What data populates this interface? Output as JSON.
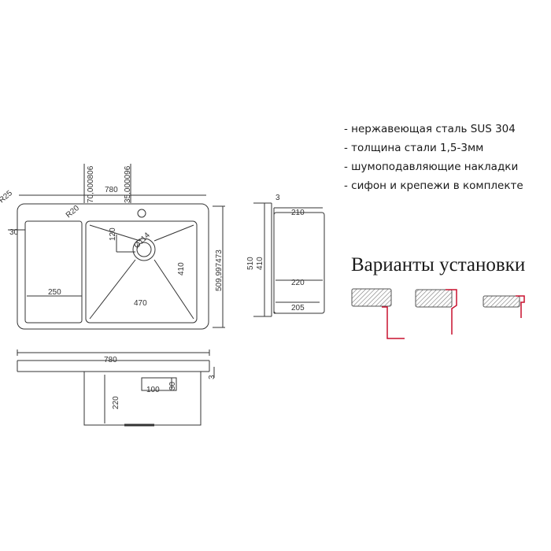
{
  "features": [
    "- нержавеющая сталь SUS 304",
    "- толщина стали 1,5-3мм",
    "- шумоподавляющие накладки",
    "- сифон и крепежи в комплекте"
  ],
  "variants_title": "Варианты установки",
  "dimensions": {
    "top_view": {
      "radius_outer": "R25",
      "offset_70": "70,000806",
      "width": "780",
      "offset_35": "35,000096",
      "radius_inner": "R20",
      "drain_offset": "120",
      "drain_diameter": "Ø114",
      "left_margin": "30",
      "bowl_depth": "410",
      "overall_depth": "509,997473",
      "drainboard_width": "250",
      "bowl_width": "470"
    },
    "side_view": {
      "top_thickness": "3",
      "top_width": "210",
      "overall_height": "510",
      "bowl_height": "410",
      "mid_width": "220",
      "bottom_width": "205"
    },
    "front_view": {
      "width": "780",
      "depth": "220",
      "drain_width": "100",
      "drain_height": "30",
      "thickness": "3"
    }
  },
  "colors": {
    "line": "#333333",
    "accent": "#c8102e",
    "hatch": "#777777"
  }
}
